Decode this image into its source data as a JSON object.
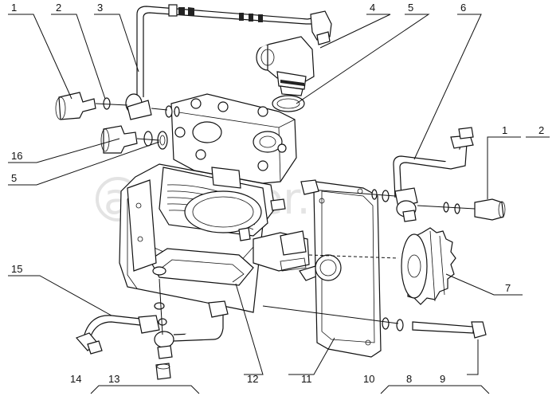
{
  "watermark": "autopiter.ru",
  "callouts": [
    {
      "id": "c1a",
      "text": "1"
    },
    {
      "id": "c2a",
      "text": "2"
    },
    {
      "id": "c3",
      "text": "3"
    },
    {
      "id": "c4",
      "text": "4"
    },
    {
      "id": "c5a",
      "text": "5"
    },
    {
      "id": "c6",
      "text": "6"
    },
    {
      "id": "c1b",
      "text": "1"
    },
    {
      "id": "c2b",
      "text": "2"
    },
    {
      "id": "c16",
      "text": "16"
    },
    {
      "id": "c5b",
      "text": "5"
    },
    {
      "id": "c7",
      "text": "7"
    },
    {
      "id": "c15",
      "text": "15"
    },
    {
      "id": "c14",
      "text": "14"
    },
    {
      "id": "c13",
      "text": "13"
    },
    {
      "id": "c12",
      "text": "12"
    },
    {
      "id": "c11",
      "text": "11"
    },
    {
      "id": "c10",
      "text": "10"
    },
    {
      "id": "c9",
      "text": "9"
    },
    {
      "id": "c8",
      "text": "8"
    }
  ]
}
